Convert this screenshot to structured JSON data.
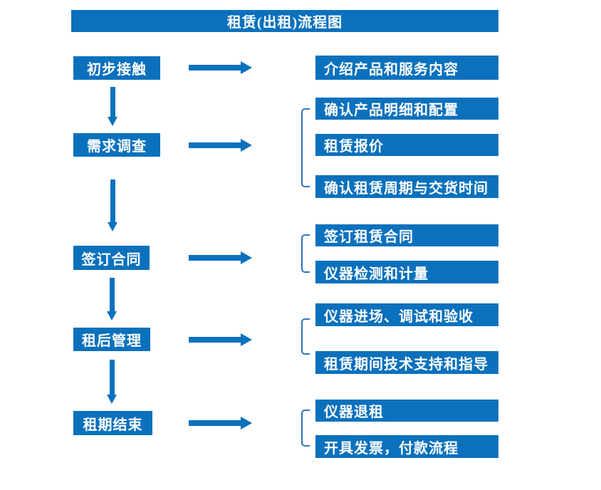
{
  "title": "租赁(出租)流程图",
  "colors": {
    "primary_blue": "#0b71bd",
    "bracket_blue": "#2e75b6",
    "text_white": "#ffffff"
  },
  "steps": [
    {
      "label": "初步接触",
      "outputs": [
        "介绍产品和服务内容"
      ]
    },
    {
      "label": "需求调查",
      "outputs": [
        "确认产品明细和配置",
        "租赁报价",
        "确认租赁周期与交货时间"
      ]
    },
    {
      "label": "签订合同",
      "outputs": [
        "签订租赁合同",
        "仪器检测和计量"
      ]
    },
    {
      "label": "租后管理",
      "outputs": [
        "仪器进场、调试和验收",
        "租赁期间技术支持和指导"
      ]
    },
    {
      "label": "租期结束",
      "outputs": [
        "仪器退租",
        "开具发票，付款流程"
      ]
    }
  ]
}
